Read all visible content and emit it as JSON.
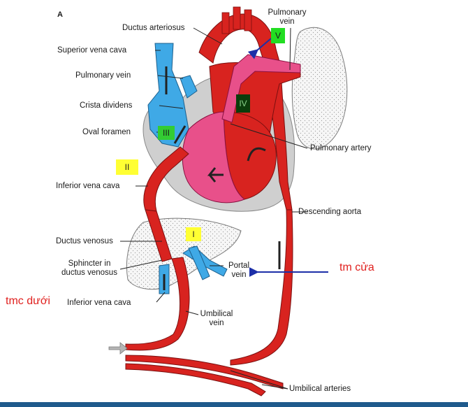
{
  "panel_letter": "A",
  "labels": {
    "pulmonary_vein_top": "Pulmonary\nvein",
    "ductus_arteriosus": "Ductus arteriosus",
    "superior_vena_cava": "Superior vena cava",
    "pulmonary_vein_left": "Pulmonary vein",
    "crista_dividens": "Crista dividens",
    "oval_foramen": "Oval foramen",
    "pulmonary_artery": "Pulmonary artery",
    "inferior_vena_cava_upper": "Inferior vena cava",
    "descending_aorta": "Descending aorta",
    "ductus_venosus": "Ductus venosus",
    "sphincter": "Sphincter in\nductus venosus",
    "portal_vein": "Portal\nvein",
    "inferior_vena_cava_lower": "Inferior vena cava",
    "umbilical_vein": "Umbilical\nvein",
    "umbilical_arteries": "Umbilical arteries"
  },
  "tags": {
    "I": "I",
    "II": "II",
    "III": "III",
    "IV": "IV",
    "V": "V"
  },
  "tag_colors": {
    "I": "#ffff33",
    "II": "#ffff33",
    "III": "#33cc33",
    "IV": "#0b3d0b",
    "V": "#22dd22"
  },
  "annotations": {
    "portal_note": "tm cửa",
    "ivc_note": "tmc dưới"
  },
  "colors": {
    "oxygenated": "#d8231f",
    "mixed_pink": "#e8508a",
    "deoxygenated_blue": "#3fa9e6",
    "liver_fill": "#f4f4f4",
    "lung_fill": "#f2f2f2",
    "heart_shadow": "#cfcfcf",
    "annotation_red": "#e0201e",
    "arrow_blue": "#1c2fa8"
  }
}
